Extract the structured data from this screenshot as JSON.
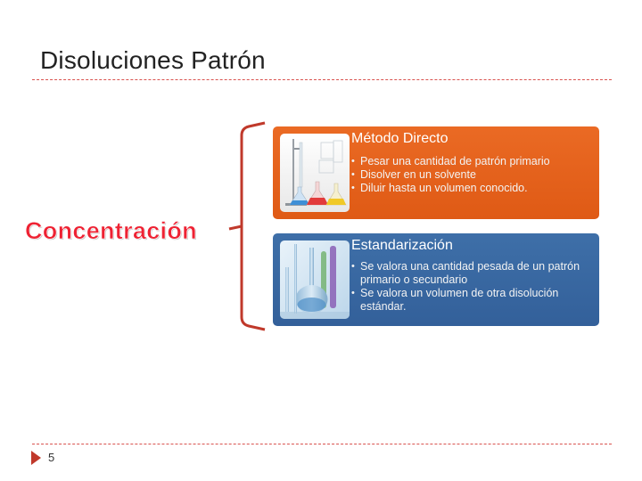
{
  "slide": {
    "title": "Disoluciones Patrón",
    "concept": "Concentración",
    "number": "5"
  },
  "cards": [
    {
      "title": "Método Directo",
      "items": [
        "Pesar una cantidad de patrón primario",
        "Disolver en un solvente",
        "Diluir hasta un volumen conocido."
      ],
      "image": "laboratory-flasks-image",
      "color": "#e3601b"
    },
    {
      "title": "Estandarización",
      "items": [
        "Se valora una cantidad pesada de un patrón primario o secundario",
        "Se valora un volumen de otra disolución estándar."
      ],
      "image": "volumetric-glassware-image",
      "color": "#3767a0"
    }
  ],
  "colors": {
    "accent": "#d9534f",
    "concept": "#ee2233",
    "bracket": "#c0392b"
  }
}
